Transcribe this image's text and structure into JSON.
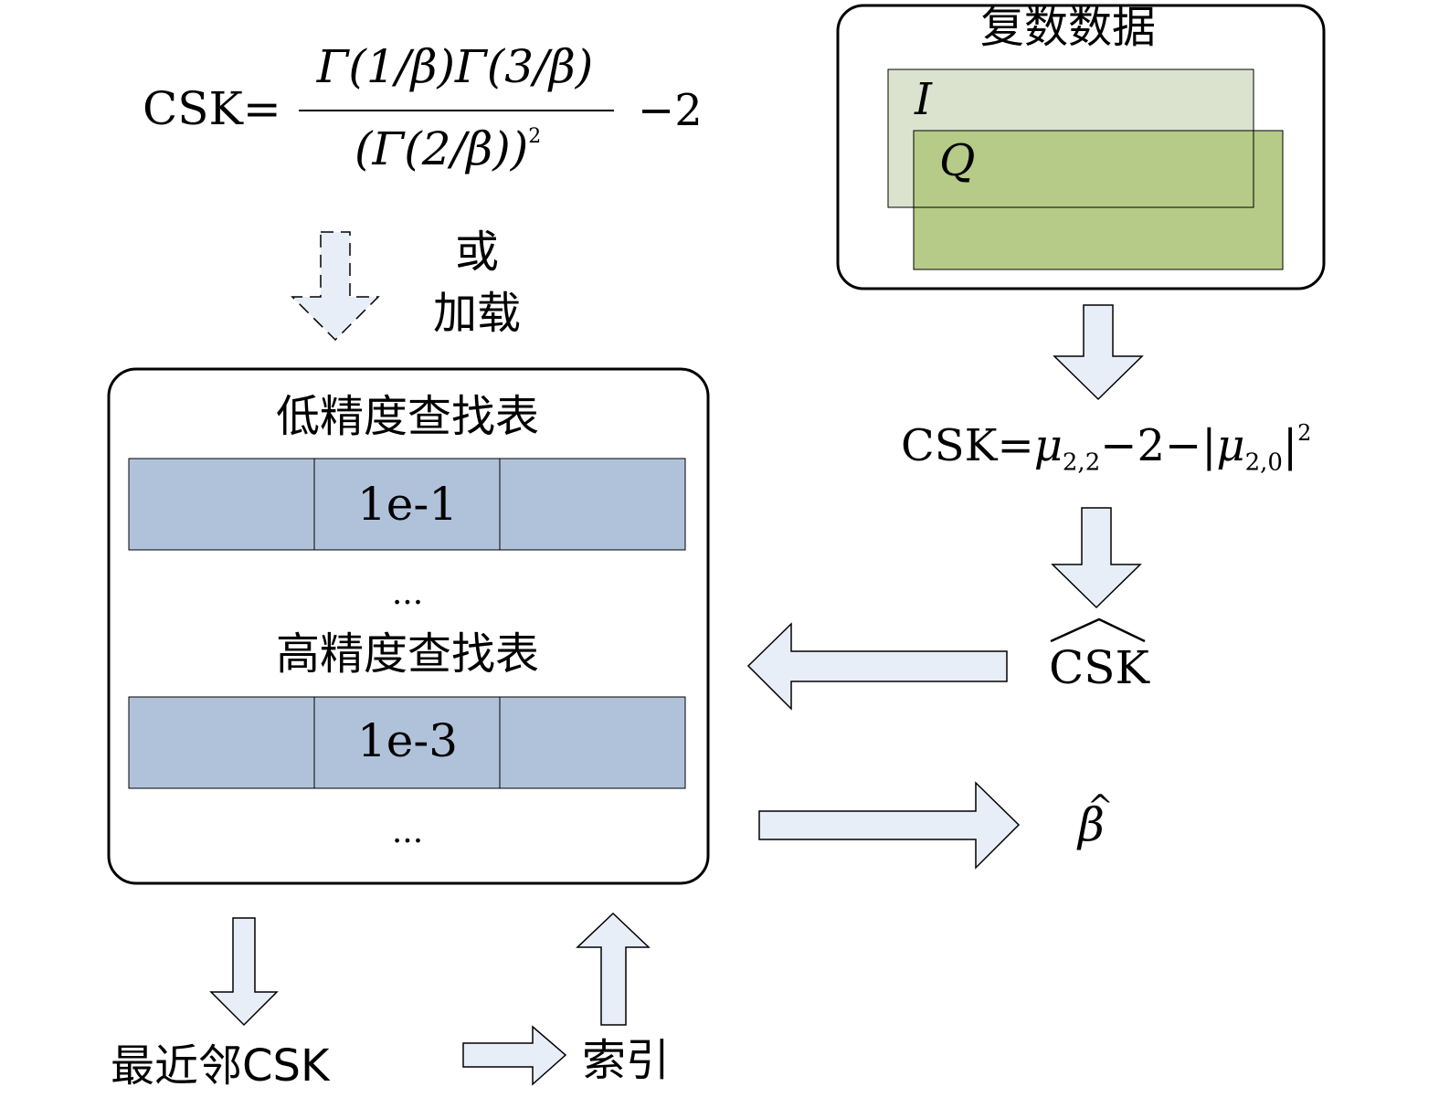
{
  "formula_top": {
    "lhs": "CSK=",
    "numerator": "Γ(1/β)Γ(3/β)",
    "denominator_base": "(Γ(2/β))",
    "denominator_exp": "2",
    "tail": "−2"
  },
  "or_load": {
    "line1": "或",
    "line2": "加载"
  },
  "complex_data": {
    "title": "复数数据",
    "i_label": "I",
    "q_label": "Q"
  },
  "formula_right": {
    "lhs": "CSK=",
    "mu1": "μ",
    "mu1_sub": "2,2",
    "minus2": "−2−|",
    "mu2": "μ",
    "mu2_sub": "2,0",
    "abs_close": "|",
    "exp": "2"
  },
  "csk_hat": "CSK",
  "beta_hat": "β",
  "lookup": {
    "low_title": "低精度查找表",
    "low_value": "1e-1",
    "dots1": "...",
    "high_title": "高精度查找表",
    "high_value": "1e-3",
    "dots2": "..."
  },
  "bottom": {
    "nearest": "最近邻CSK",
    "index": "索引"
  },
  "colors": {
    "arrow_fill": "#e8eef8",
    "table_cell": "#b0c2da",
    "i_rect": "#dbe3cf",
    "q_rect": "#b5cb87",
    "stroke": "#000000"
  }
}
